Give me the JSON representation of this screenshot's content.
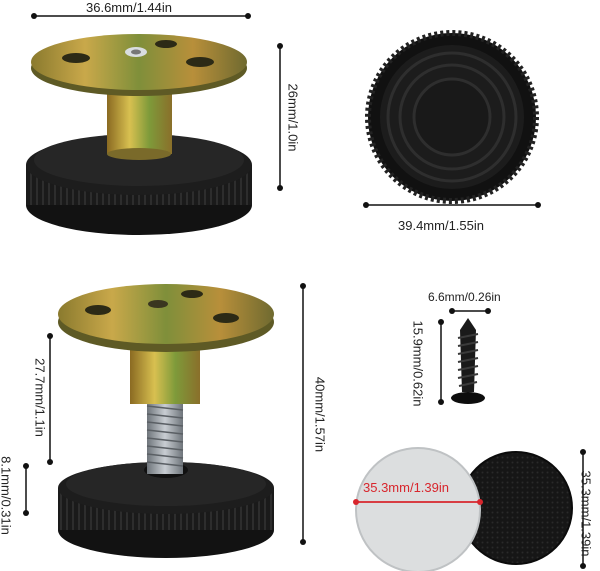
{
  "image": {
    "description_kind": "product-photo",
    "colors": {
      "background": "#ffffff",
      "plate_gold": "#b79a3a",
      "plate_green": "#7f8a3b",
      "rubber_black": "#1b1b1b",
      "thread_steel": "#9aa0a6",
      "disc_white": "#e8e9ea",
      "accent_red": "#d8262d"
    }
  },
  "dimensions": {
    "top_width": "36.6mm/1.44in",
    "top_height": "26mm/1.0in",
    "base_diameter": "39.4mm/1.55in",
    "screw_width": "6.6mm/0.26in",
    "screw_length": "15.9mm/0.62in",
    "extended_upper": "27.7mm/1.1in",
    "extended_lower": "8.1mm/0.31in",
    "extended_total": "40mm/1.57in",
    "pad_width": "35.3mm/1.39in",
    "pad_height": "35.3mm/1.39in"
  }
}
